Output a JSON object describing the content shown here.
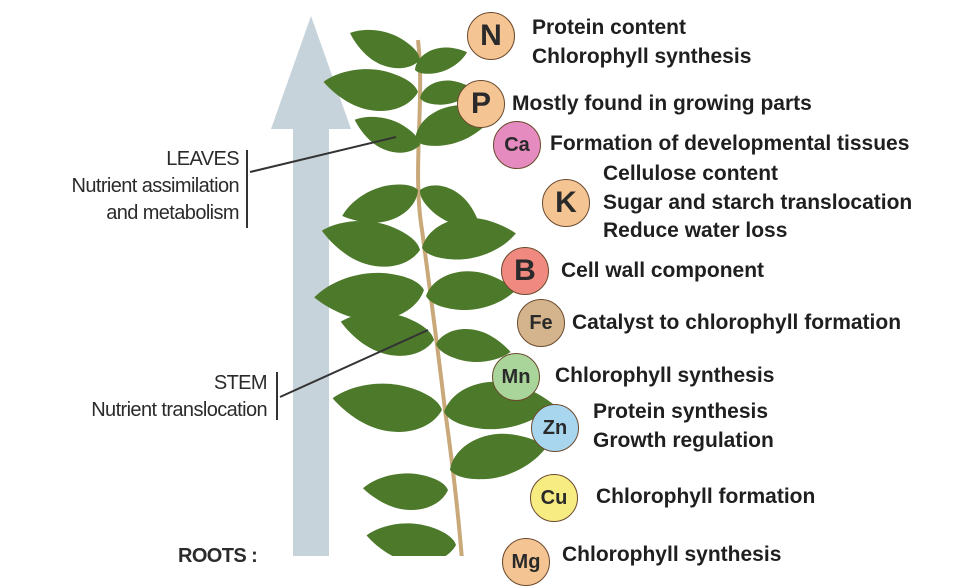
{
  "colors": {
    "arrow": "#c7d3da",
    "leaf": "#4d7a2a",
    "stem": "#c9a87a",
    "N": "#f4c593",
    "P": "#f4c593",
    "Ca": "#e58bc0",
    "K": "#f4c593",
    "B": "#f08a80",
    "Fe": "#d4b48c",
    "Mn": "#a9d49a",
    "Zn": "#a7d6ee",
    "Cu": "#f6ec82",
    "Mg": "#f4c593"
  },
  "organs": {
    "leaves": {
      "title": "LEAVES",
      "line1": "Nutrient assimilation",
      "line2": "and metabolism"
    },
    "stem": {
      "title": "STEM",
      "line1": "Nutrient translocation"
    },
    "roots": {
      "title": "ROOTS :"
    }
  },
  "nutrients": [
    {
      "symbol": "N",
      "lines": [
        "Protein content",
        "Chlorophyll synthesis"
      ]
    },
    {
      "symbol": "P",
      "lines": [
        "Mostly found in growing parts"
      ]
    },
    {
      "symbol": "Ca",
      "lines": [
        "Formation of developmental tissues"
      ]
    },
    {
      "symbol": "K",
      "lines": [
        "Cellulose content",
        "Sugar and starch translocation",
        "Reduce water loss"
      ]
    },
    {
      "symbol": "B",
      "lines": [
        "Cell wall component"
      ]
    },
    {
      "symbol": "Fe",
      "lines": [
        "Catalyst to chlorophyll formation"
      ]
    },
    {
      "symbol": "Mn",
      "lines": [
        "Chlorophyll synthesis"
      ]
    },
    {
      "symbol": "Zn",
      "lines": [
        "Protein synthesis",
        "Growth regulation"
      ]
    },
    {
      "symbol": "Cu",
      "lines": [
        "Chlorophyll formation"
      ]
    },
    {
      "symbol": "Mg",
      "lines": [
        "Chlorophyll synthesis"
      ]
    }
  ]
}
